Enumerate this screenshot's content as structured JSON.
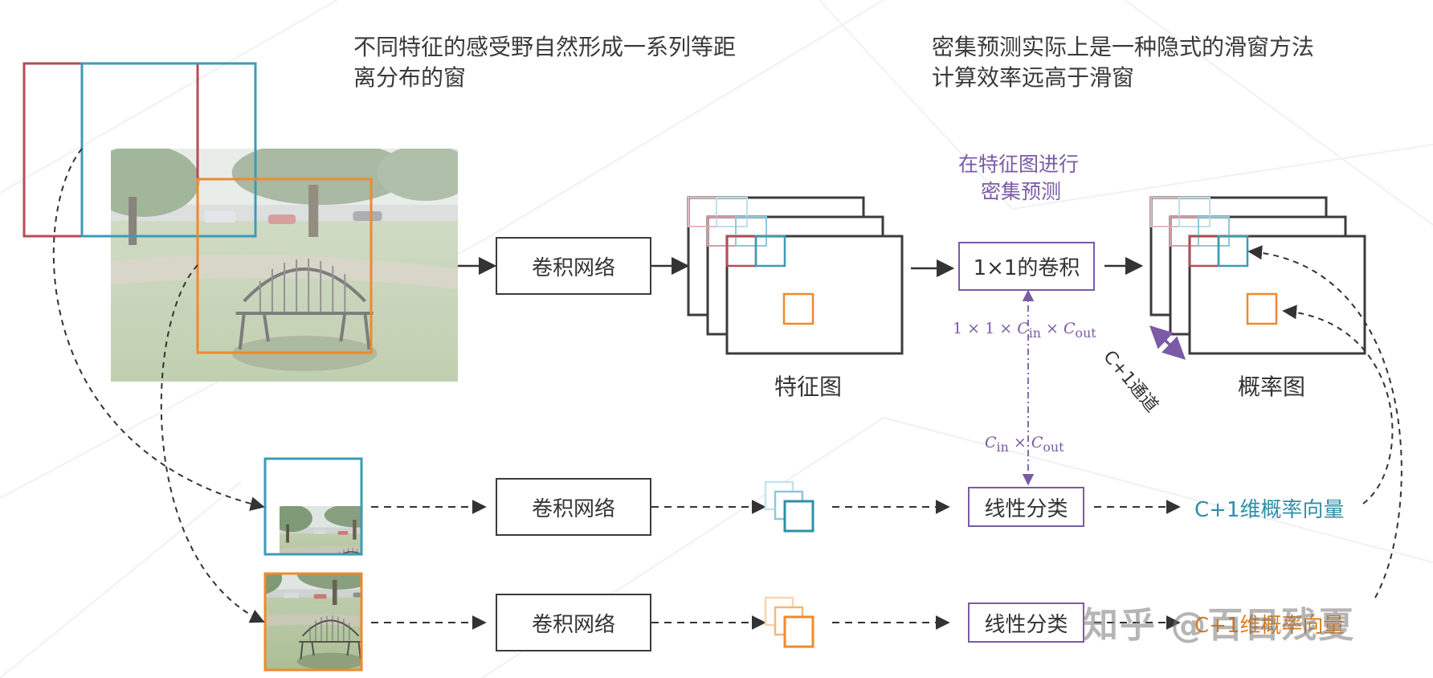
{
  "headlines": {
    "left_line1": "不同特征的感受野自然形成一系列等距",
    "left_line2": "离分布的窗",
    "right_line1": "密集预测实际上是一种隐式的滑窗方法",
    "right_line2": "计算效率远高于滑窗"
  },
  "dense_note": {
    "line1": "在特征图进行",
    "line2": "密集预测"
  },
  "boxes": {
    "conv_top": "卷积网络",
    "conv_mid": "卷积网络",
    "conv_bot": "卷积网络",
    "one_by_one_conv": "1×1的卷积",
    "linear_mid": "线性分类",
    "linear_bot": "线性分类"
  },
  "captions": {
    "feature_map": "特征图",
    "prob_map": "概率图",
    "channels": "C+1通道"
  },
  "math": {
    "params_conv": {
      "prefix": "1 × 1 × ",
      "c1": "C",
      "s1": "in",
      "mid": " × ",
      "c2": "C",
      "s2": "out"
    },
    "params_linear": {
      "c1": "C",
      "s1": "in",
      "mid": " × ",
      "c2": "C",
      "s2": "out"
    }
  },
  "outputs": {
    "mid": "C+1维概率向量",
    "bot": "C+1维概率向量"
  },
  "watermark": "知乎 @百目残夏",
  "colors": {
    "red": "#b84a55",
    "teal": "#3c9bb5",
    "orange": "#ee8a2c",
    "purple": "#7b5aa6",
    "dark": "#3b3b3b",
    "arrow": "#333333"
  }
}
